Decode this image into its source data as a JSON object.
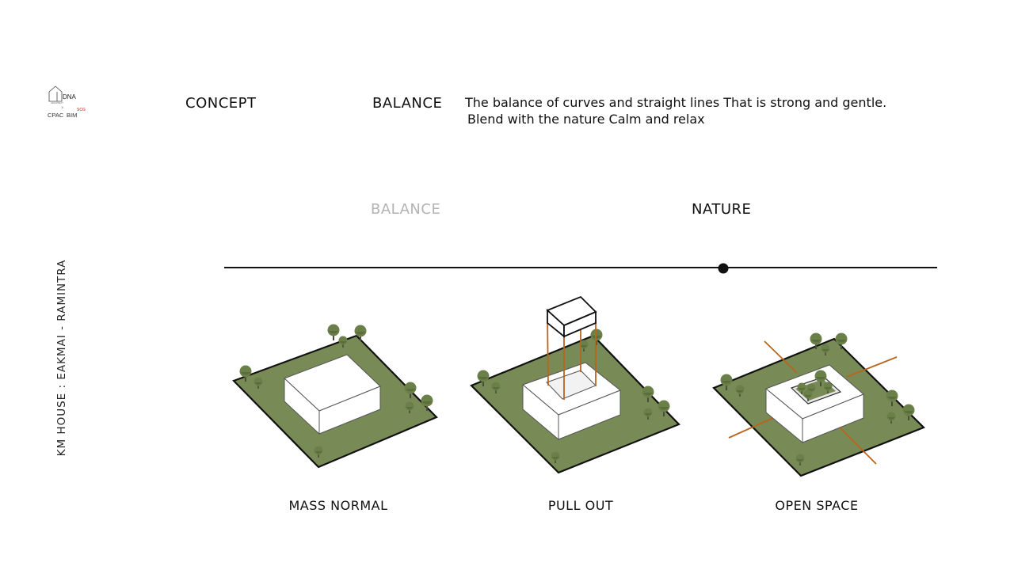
{
  "logo": {
    "line1": "DNA",
    "line2": "ARCHITECT",
    "line3": "×",
    "line4": "CPAC",
    "line5": "BIM",
    "line6": "SCG"
  },
  "side_title": "KM HOUSE : EAKMAI - RAMINTRA",
  "header": {
    "concept": "CONCEPT",
    "balance": "BALANCE",
    "description_line1": "The balance of curves and straight lines That is strong and gentle.",
    "description_line2": "Blend with the nature Calm and relax"
  },
  "scale": {
    "left_label": "BALANCE",
    "right_label": "NATURE",
    "marker_position": 0.7
  },
  "diagrams": [
    {
      "caption": "MASS NORMAL"
    },
    {
      "caption": "PULL OUT"
    },
    {
      "caption": "OPEN SPACE"
    }
  ],
  "colors": {
    "grass": "#788b56",
    "tree": "#6b8048",
    "accent_line": "#b8651f",
    "scale_left": "#b3b3b3"
  }
}
